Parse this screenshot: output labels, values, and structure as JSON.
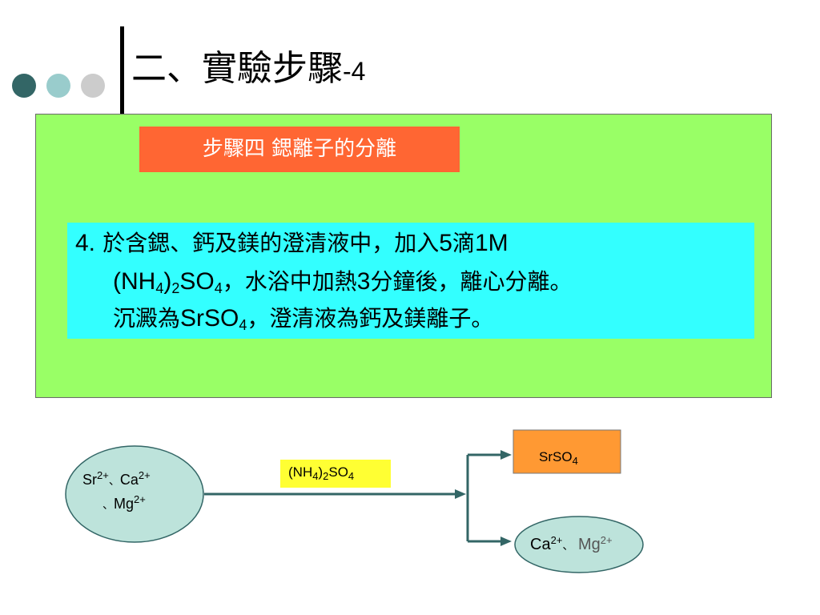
{
  "title": {
    "main": "二、實驗步驟",
    "suffix": "-4"
  },
  "step_label": "步驟四  鍶離子的分離",
  "description": {
    "number": "4.",
    "l1_a": "於含鍶、鈣及鎂的澄清液中，加入",
    "l1_b": "5",
    "l1_c": "滴",
    "l1_d": "1M",
    "l2_a": "(NH",
    "l2_s1": "4",
    "l2_b": ")",
    "l2_s2": "2",
    "l2_c": "SO",
    "l2_s3": "4",
    "l2_d": "，水浴中加熱",
    "l2_e": "3",
    "l2_f": "分鐘後，離心分離。",
    "l3_a": "沉澱為",
    "l3_b": "SrSO",
    "l3_s": "4",
    "l3_c": "，澄清液為鈣及鎂離子。"
  },
  "diagram": {
    "start": {
      "sr": "Sr",
      "sr_c": "2+",
      "sep1": "、",
      "ca": "Ca",
      "ca_c": "2+",
      "sep2": "、",
      "mg": "Mg",
      "mg_c": "2+"
    },
    "reagent": {
      "a": "(NH",
      "s1": "4",
      "b": ")",
      "s2": "2",
      "c": "SO",
      "s3": "4"
    },
    "precipitate": {
      "a": "SrSO",
      "s": "4"
    },
    "solution": {
      "ca": "Ca",
      "ca_c": "2+",
      "sep": "、",
      "mg": "Mg",
      "mg_c": "2+"
    }
  },
  "colors": {
    "dot_dark": "#336666",
    "dot_mid": "#99cccc",
    "dot_light": "#cccccc",
    "panel": "#99ff66",
    "step_label": "#ff6633",
    "desc_box": "#33ffff",
    "ellipse": "#bde3db",
    "reagent_bg": "#ffff33",
    "precip_bg": "#ff9933",
    "arrow": "#336666",
    "mg_text": "#555555"
  }
}
